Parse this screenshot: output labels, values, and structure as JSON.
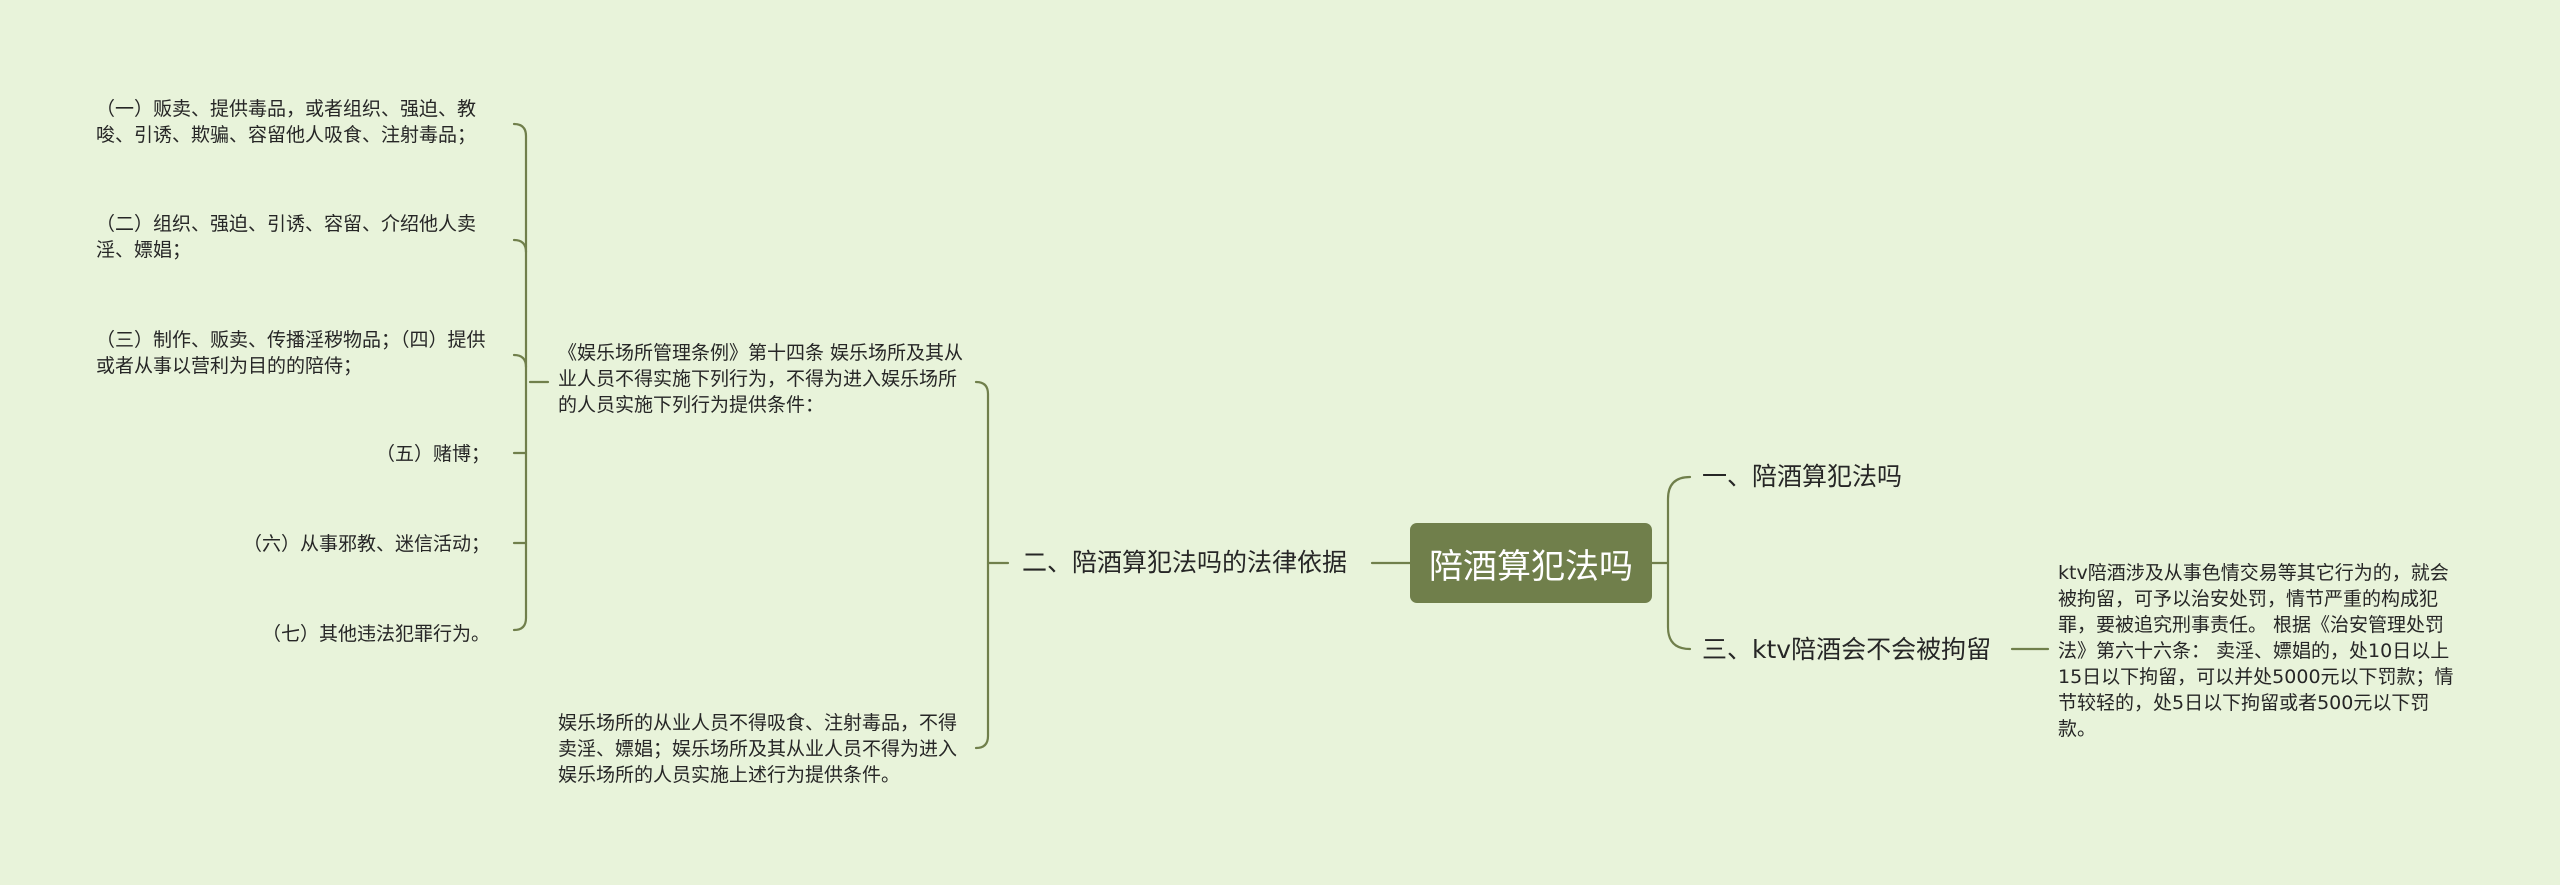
{
  "root": {
    "label": "陪酒算犯法吗"
  },
  "right_branches": [
    {
      "label": "一、陪酒算犯法吗"
    },
    {
      "label": "三、ktv陪酒会不会被拘留",
      "detail": "ktv陪酒涉及从事色情交易等其它行为的，就会被拘留，可予以治安处罚，情节严重的构成犯罪，要被追究刑事责任。 根据《治安管理处罚法》第六十六条： 卖淫、嫖娼的，处10日以上15日以下拘留，可以并处5000元以下罚款；情节较轻的，处5日以下拘留或者500元以下罚款。"
    }
  ],
  "left_branch": {
    "label": "二、陪酒算犯法吗的法律依据",
    "children": [
      {
        "text": "《娱乐场所管理条例》第十四条 娱乐场所及其从业人员不得实施下列行为，不得为进入娱乐场所的人员实施下列行为提供条件：",
        "items": [
          "（一）贩卖、提供毒品，或者组织、强迫、教唆、引诱、欺骗、容留他人吸食、注射毒品；",
          "（二）组织、强迫、引诱、容留、介绍他人卖淫、嫖娼；",
          "（三）制作、贩卖、传播淫秽物品；（四）提供或者从事以营利为目的的陪侍；",
          "（五）赌博；",
          "（六）从事邪教、迷信活动；",
          "（七）其他违法犯罪行为。"
        ]
      },
      {
        "text": "娱乐场所的从业人员不得吸食、注射毒品，不得卖淫、嫖娼；娱乐场所及其从业人员不得为进入娱乐场所的人员实施上述行为提供条件。"
      }
    ]
  },
  "colors": {
    "background": "#e8f3da",
    "root_fill": "#707f4b",
    "link": "#707f4b"
  }
}
